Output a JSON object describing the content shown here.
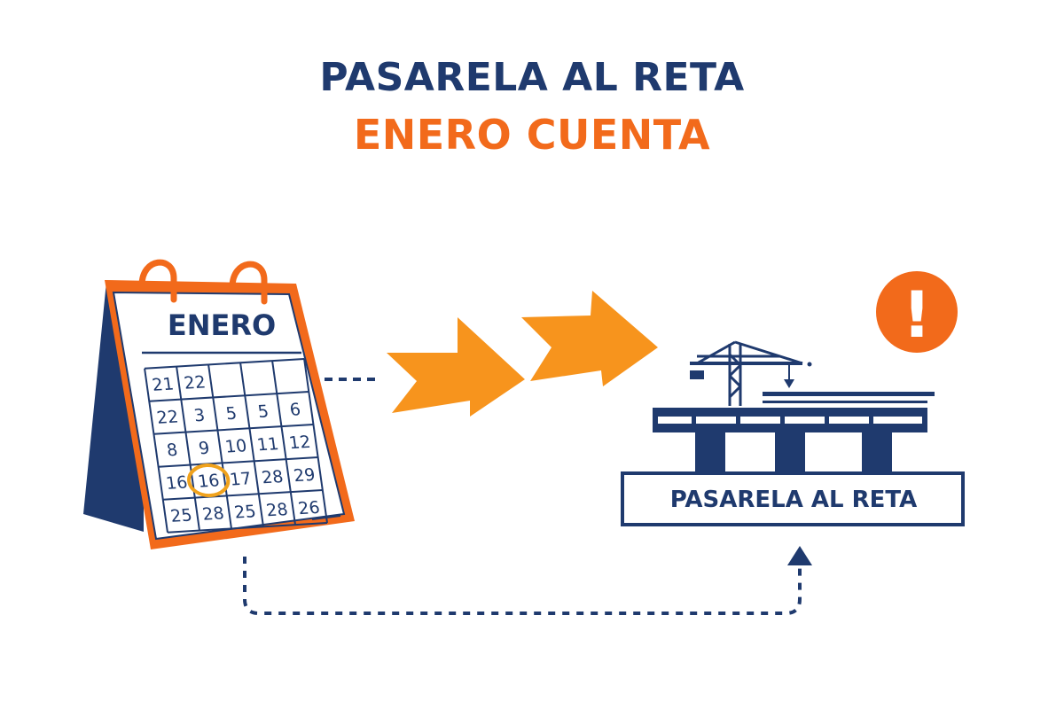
{
  "header": {
    "title_line1": "PASARELA AL RETA",
    "title_line2": "ENERO CUENTA"
  },
  "calendar": {
    "month": "ENERO",
    "days": [
      [
        "21",
        "22",
        "",
        "",
        ""
      ],
      [
        "22",
        "3",
        "5",
        "5",
        "6"
      ],
      [
        "8",
        "9",
        "10",
        "11",
        "12"
      ],
      [
        "16",
        "16",
        "17",
        "28",
        "29"
      ],
      [
        "25",
        "28",
        "25",
        "28",
        "26"
      ]
    ],
    "highlighted_day": "16"
  },
  "target": {
    "label": "PASARELA AL RETA",
    "alert_symbol": "!"
  },
  "colors": {
    "navy": "#1f3a6e",
    "orange": "#f26a1b",
    "arrow_orange": "#f7941d",
    "ring_orange": "#f0a21c"
  },
  "icons": [
    "calendar-icon",
    "arrow-icon",
    "pier-icon",
    "crane-icon",
    "alert-icon"
  ]
}
